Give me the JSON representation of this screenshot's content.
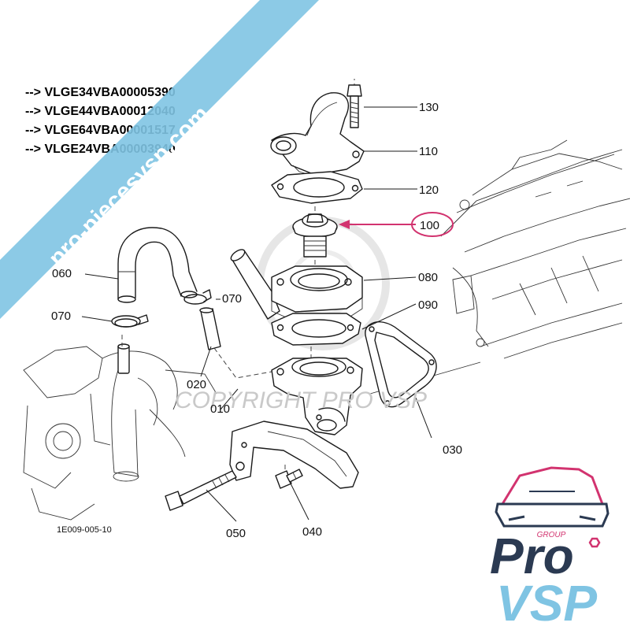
{
  "vin_lines": [
    "--> VLGE34VBA00005390",
    "--> VLGE44VBA00012040",
    "--> VLGE64VBA00001517",
    "--> VLGE24VBA00003940"
  ],
  "callouts": {
    "c130": "130",
    "c110": "110",
    "c120": "120",
    "c100": "100",
    "c060": "060",
    "c080": "080",
    "c070a": "070",
    "c070b": "070",
    "c090": "090",
    "c020": "020",
    "c010": "010",
    "c030": "030",
    "c050": "050",
    "c040": "040"
  },
  "drawing_code": "1E009-005-10",
  "watermark": "pro-piecesvsp.com",
  "copyright_text": "COPYRIGHT PRO VSP",
  "logo": {
    "group": "GROUP",
    "line1": "Pro",
    "line2": "VSP"
  },
  "colors": {
    "highlight": "#d2336f",
    "banner": "#7fc4e3",
    "logo_dark": "#2b3a52",
    "logo_light": "#7fc4e3"
  },
  "icons": [
    "car-outline-icon"
  ]
}
